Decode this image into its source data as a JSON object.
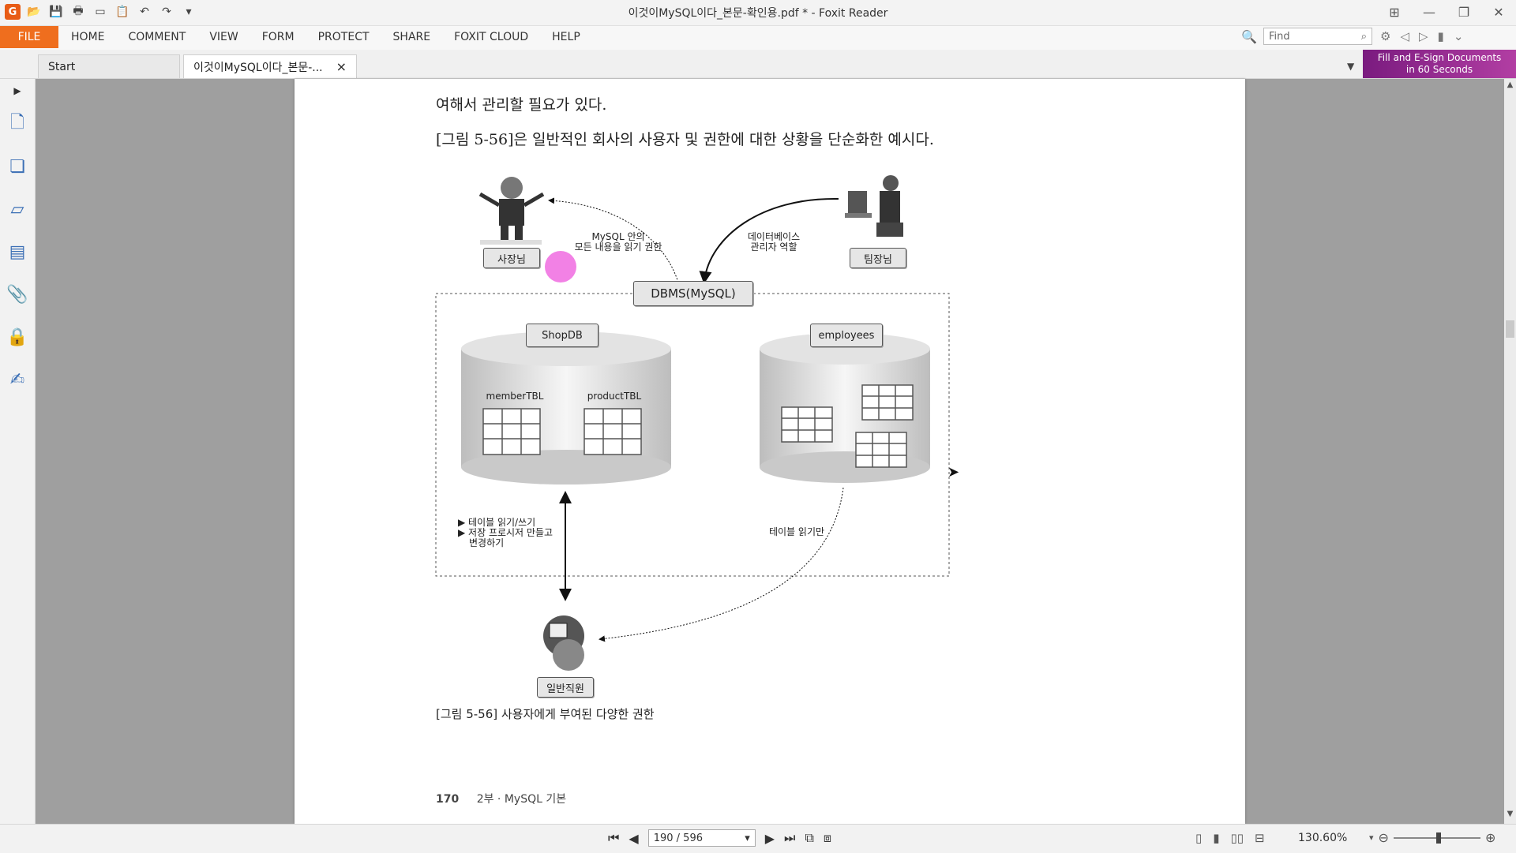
{
  "window": {
    "title": "이것이MySQL이다_본문-확인용.pdf * - Foxit Reader",
    "app_icon": "G"
  },
  "menu": {
    "file": "FILE",
    "items": [
      "HOME",
      "COMMENT",
      "VIEW",
      "FORM",
      "PROTECT",
      "SHARE",
      "FOXIT CLOUD",
      "HELP"
    ],
    "find_placeholder": "Find"
  },
  "tabs": {
    "start": "Start",
    "document": "이것이MySQL이다_본문-...",
    "close": "×"
  },
  "banner": {
    "line1": "Fill and E-Sign Documents",
    "line2": "in 60 Seconds"
  },
  "page": {
    "line1": "여해서 관리할 필요가 있다.",
    "line2": "[그림 5-56]은 일반적인 회사의 사용자 및 권한에 대한 상황을 단순화한 예시다.",
    "caption": "[그림 5-56] 사용자에게 부여된 다양한 권한",
    "footer_num": "170",
    "footer_text": "2부 · MySQL 기본"
  },
  "diagram": {
    "boss": "사장님",
    "team_lead": "팀장님",
    "staff": "일반직원",
    "dbms": "DBMS(MySQL)",
    "shopdb": "ShopDB",
    "employees": "employees",
    "member_tbl": "memberTBL",
    "product_tbl": "productTBL",
    "read_all_1": "MySQL 안의",
    "read_all_2": "모든 내용을 읽기 권한",
    "admin_1": "데이터베이스",
    "admin_2": "관리자 역할",
    "staff_perm_1": "▶ 테이블 읽기/쓰기",
    "staff_perm_2": "▶ 저장 프로시저 만들고",
    "staff_perm_3": "변경하기",
    "read_only": "테이블 읽기만"
  },
  "status": {
    "page_value": "190 / 596",
    "zoom": "130.60%"
  },
  "colors": {
    "accent": "#ef6e1e",
    "banner": "#8e2a8d",
    "highlight": "#f06be0"
  }
}
